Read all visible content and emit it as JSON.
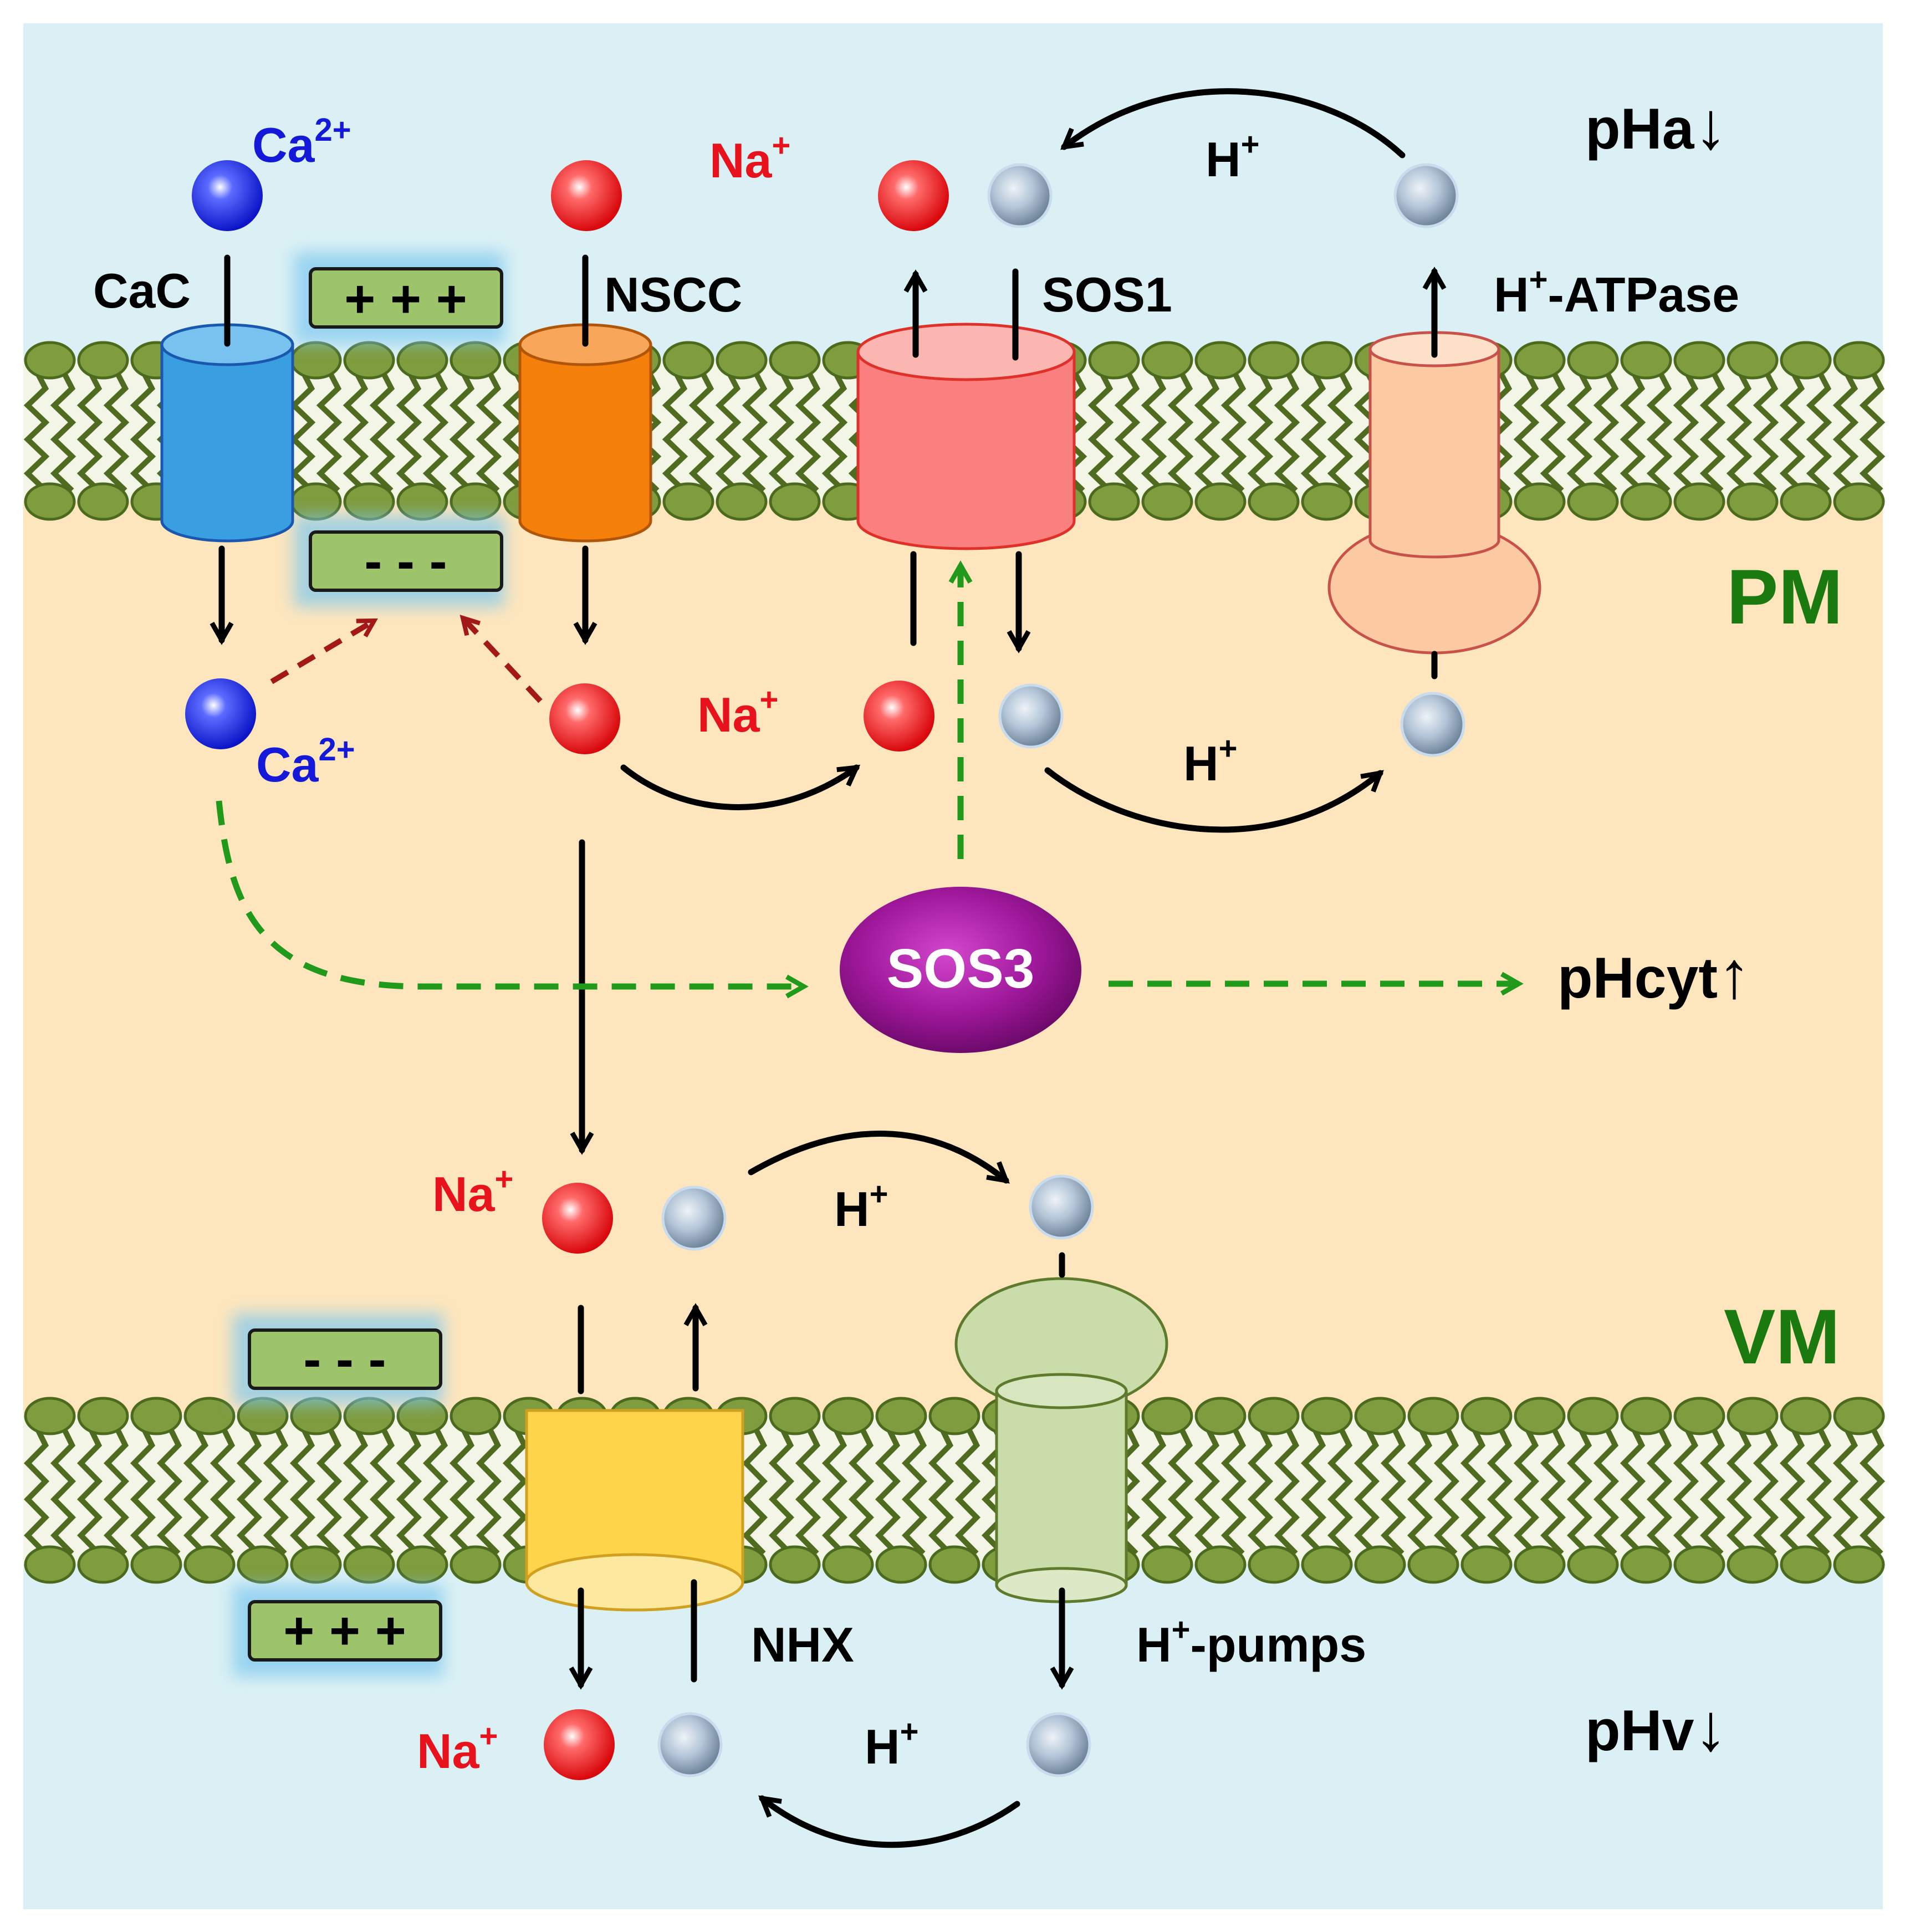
{
  "colors": {
    "apoplast_bg": "#daf0f4",
    "cytoplasm_bg": "#fde6bd",
    "lipid_head": "#7f9c3e",
    "lipid_head_stroke": "#4c6a1e",
    "lipid_tail": "#4f6b1f",
    "charge_box": "#9dc46a",
    "cac_channel": "#3a9fe0",
    "nscc_channel": "#f57f0b",
    "sos1": "#fa8080",
    "h_atpase": "#fccaa2",
    "nhx": "#fdd44a",
    "h_pump": "#c9dcaa",
    "sos3": "#a0189c",
    "na_ion": "#ef1b1b",
    "ca_ion": "#1a2ee8",
    "h_ion": "#aabdd2",
    "signal_green": "#219a1b",
    "signal_darkred": "#a31818",
    "label_red": "#e8121c",
    "label_blue": "#1418d8",
    "label_green": "#1a7a10"
  },
  "labels": {
    "ca_top": "Ca",
    "ca_top_sup": "2+",
    "ca_cyt": "Ca",
    "ca_cyt_sup": "2+",
    "cac": "CaC",
    "nscc": "NSCC",
    "sos1": "SOS1",
    "h_atpase": "-ATPase",
    "h_atpase_prefix": "H",
    "h_atpase_sup": "+",
    "na_top": "Na",
    "na_top_sup": "+",
    "na_cyt1": "Na",
    "na_cyt1_sup": "+",
    "na_cyt2": "Na",
    "na_cyt2_sup": "+",
    "na_vac": "Na",
    "na_vac_sup": "+",
    "h_top": "H",
    "h_top_sup": "+",
    "h_cyt1": "H",
    "h_cyt1_sup": "+",
    "h_cyt2": "H",
    "h_cyt2_sup": "+",
    "h_vac": "H",
    "h_vac_sup": "+",
    "pm": "PM",
    "vm": "VM",
    "sos3": "SOS3",
    "nhx": "NHX",
    "h_pumps": "-pumps",
    "h_pumps_prefix": "H",
    "h_pumps_sup": "+",
    "pha": "pHa",
    "pha_arrow": "↓",
    "phcyt": "pHcyt",
    "phcyt_arrow": "↑",
    "phv": "pHv",
    "phv_arrow": "↓",
    "charge_pm_out": "+ + +",
    "charge_pm_in": "- - -",
    "charge_vm_cyt": "- - -",
    "charge_vm_vac": "+ + +"
  }
}
